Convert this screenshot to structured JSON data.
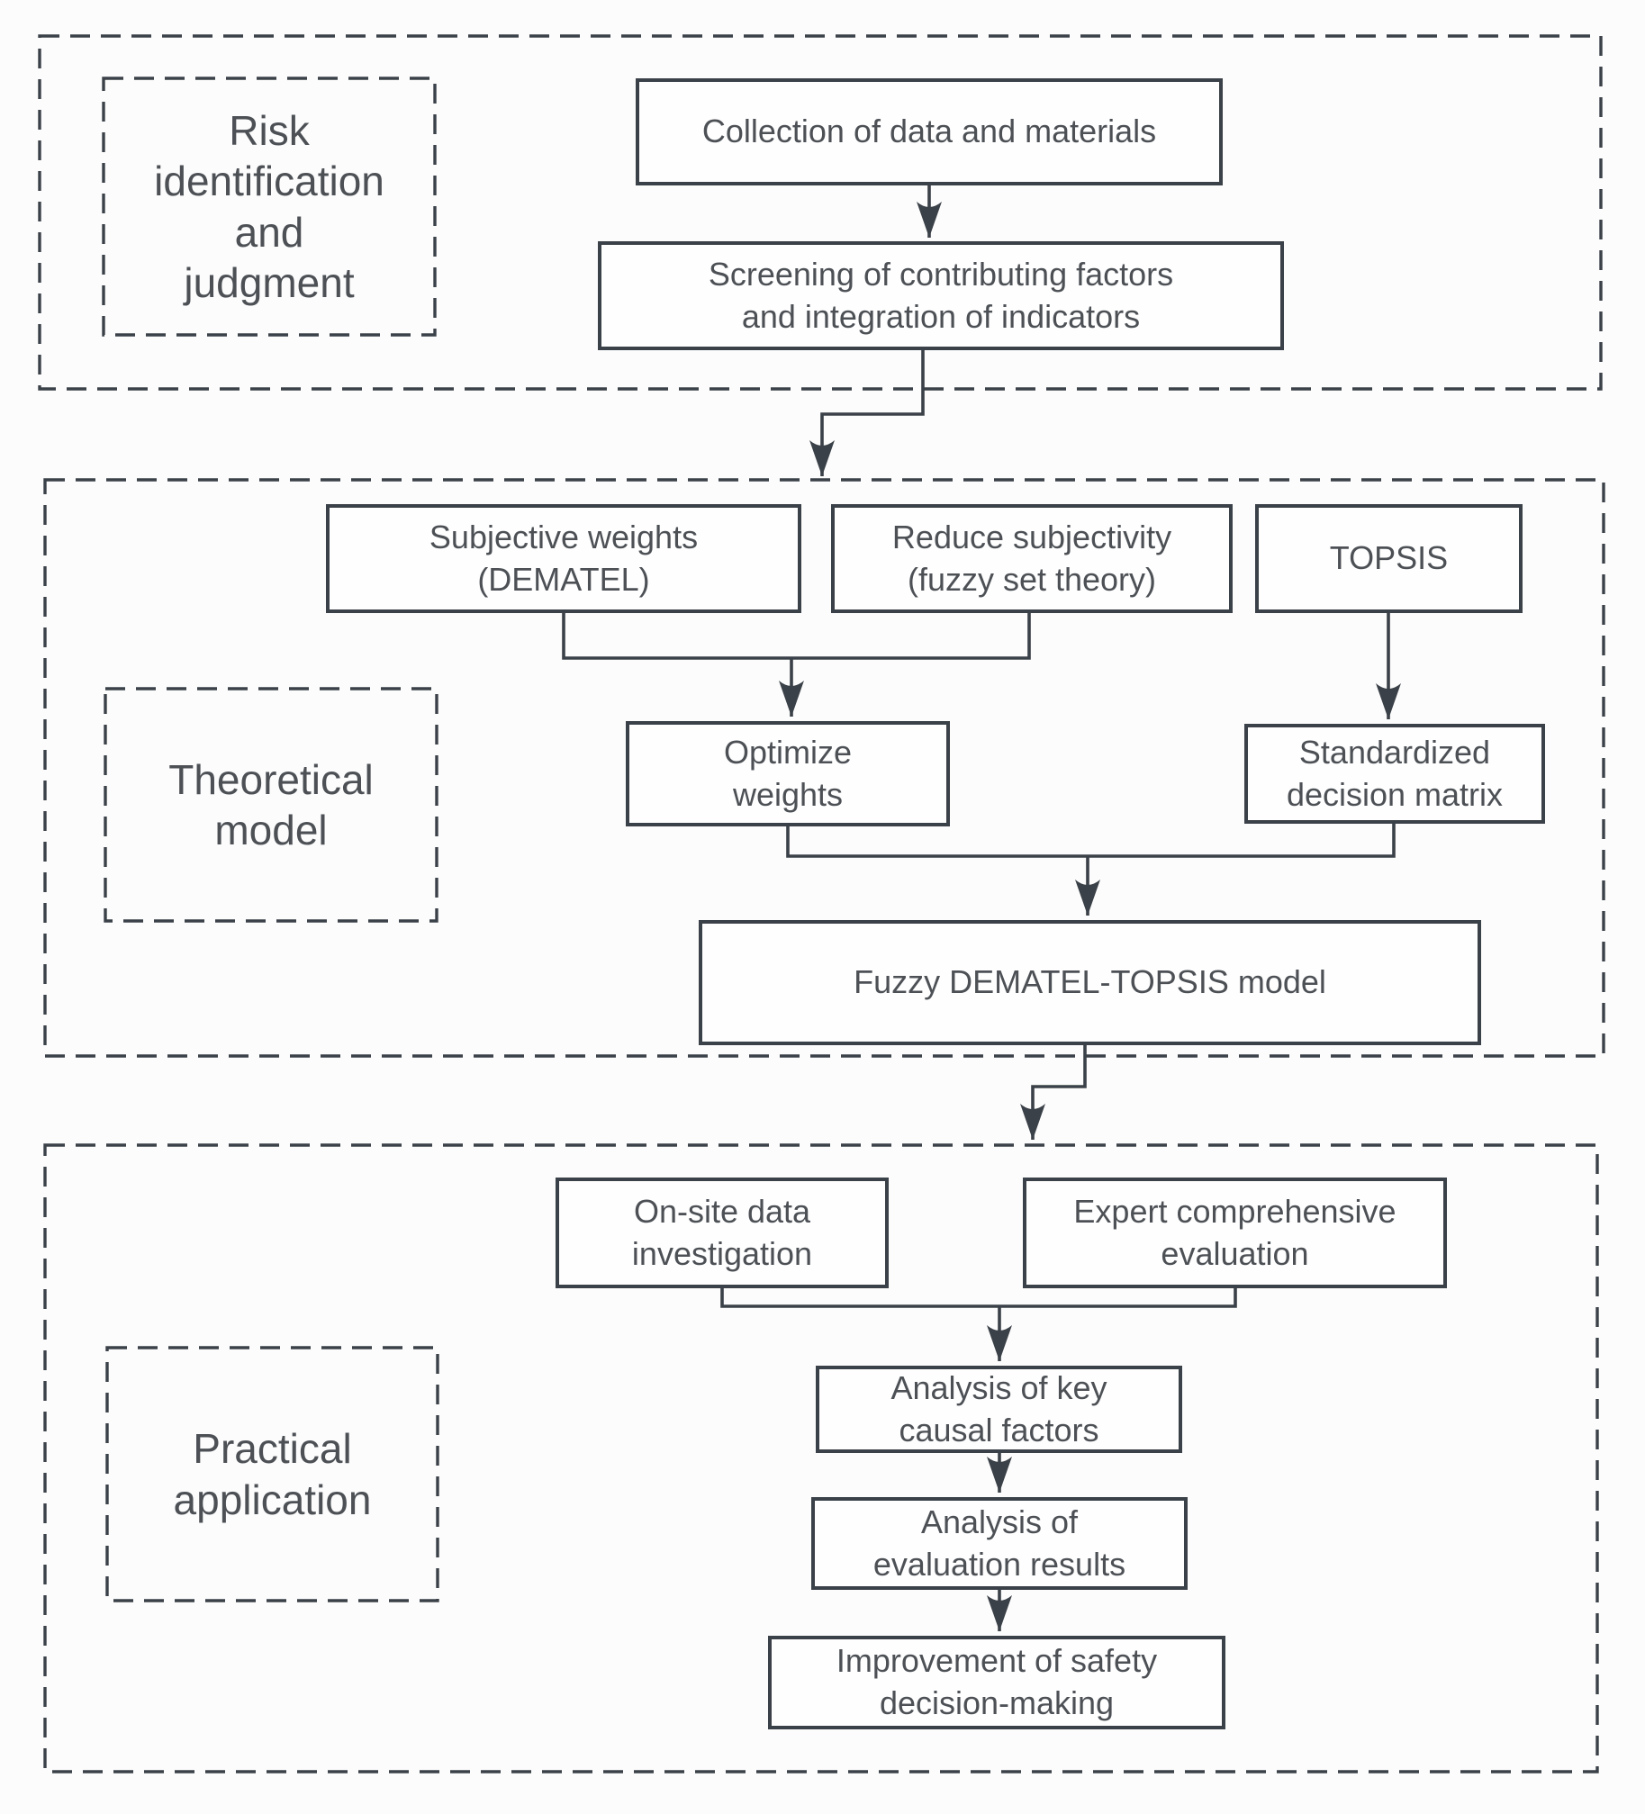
{
  "colors": {
    "bg": "#fcfcfc",
    "line": "#3b4148",
    "text": "#4d5156",
    "node_bg": "#fefefe"
  },
  "sections": {
    "risk_identification": {
      "label": [
        "Risk",
        "identification",
        "and",
        "judgment"
      ]
    },
    "theoretical_model": {
      "label": [
        "Theoretical",
        "model"
      ]
    },
    "practical_application": {
      "label": [
        "Practical",
        "application"
      ]
    }
  },
  "nodes": {
    "collection": {
      "label": [
        "Collection of data and materials"
      ]
    },
    "screening": {
      "label": [
        "Screening of contributing factors",
        "and integration of indicators"
      ]
    },
    "subjective_weights": {
      "label": [
        "Subjective weights",
        "(DEMATEL)"
      ]
    },
    "reduce_subjectivity": {
      "label": [
        "Reduce subjectivity",
        "(fuzzy set theory)"
      ]
    },
    "topsis": {
      "label": [
        "TOPSIS"
      ]
    },
    "optimize_weights": {
      "label": [
        "Optimize",
        "weights"
      ]
    },
    "standardized_matrix": {
      "label": [
        "Standardized",
        "decision matrix"
      ]
    },
    "fuzzy_model": {
      "label": [
        "Fuzzy DEMATEL-TOPSIS model"
      ]
    },
    "onsite_investigation": {
      "label": [
        "On-site data",
        "investigation"
      ]
    },
    "expert_evaluation": {
      "label": [
        "Expert comprehensive",
        "evaluation"
      ]
    },
    "key_causal_factors": {
      "label": [
        "Analysis of key",
        "causal factors"
      ]
    },
    "evaluation_results": {
      "label": [
        "Analysis of",
        "evaluation results"
      ]
    },
    "safety_improvement": {
      "label": [
        "Improvement of safety",
        "decision-making"
      ]
    }
  }
}
